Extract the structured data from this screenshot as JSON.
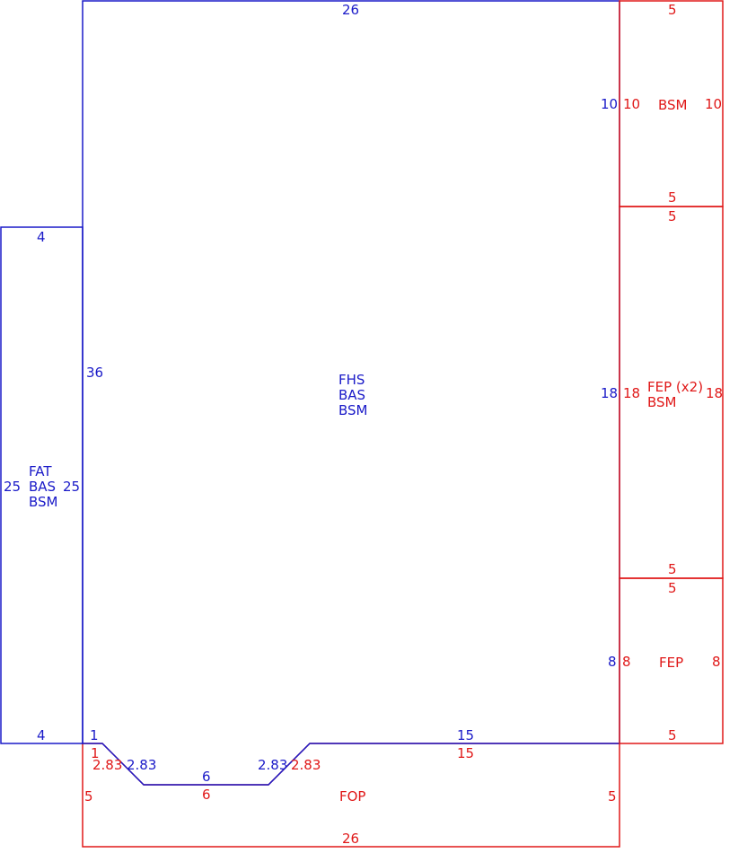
{
  "colors": {
    "blue": "#1a1ac8",
    "red": "#e01818"
  },
  "pieces": {
    "fhs": {
      "labels": [
        "FHS",
        "BAS",
        "BSM"
      ],
      "top_dim": "26",
      "left_dim": "36",
      "right_dims": [
        "10",
        "18",
        "8"
      ],
      "bottom_dims": [
        "1",
        "2.83",
        "6",
        "2.83",
        "15"
      ]
    },
    "fat": {
      "labels": [
        "FAT",
        "BAS",
        "BSM"
      ],
      "top_dim": "4",
      "bottom_dim": "4",
      "left_dim": "25",
      "right_dim": "25"
    },
    "bsm_panel": {
      "label": "BSM",
      "top_dim": "5",
      "bottom_dim": "5",
      "left_dim": "10",
      "right_dim": "10"
    },
    "fep_x2_panel": {
      "labels": [
        "FEP (x2)",
        "BSM"
      ],
      "top_dim": "5",
      "bottom_dim": "5",
      "left_dim": "18",
      "right_dim": "18"
    },
    "fep_panel": {
      "label": "FEP",
      "top_dim": "5",
      "bottom_dim": "5",
      "left_dim": "8",
      "right_dim": "8"
    },
    "fop": {
      "label": "FOP",
      "top_dims": [
        "1",
        "2.83",
        "6",
        "2.83",
        "15"
      ],
      "left_dim": "5",
      "right_dim": "5",
      "bottom_dim": "26"
    }
  }
}
